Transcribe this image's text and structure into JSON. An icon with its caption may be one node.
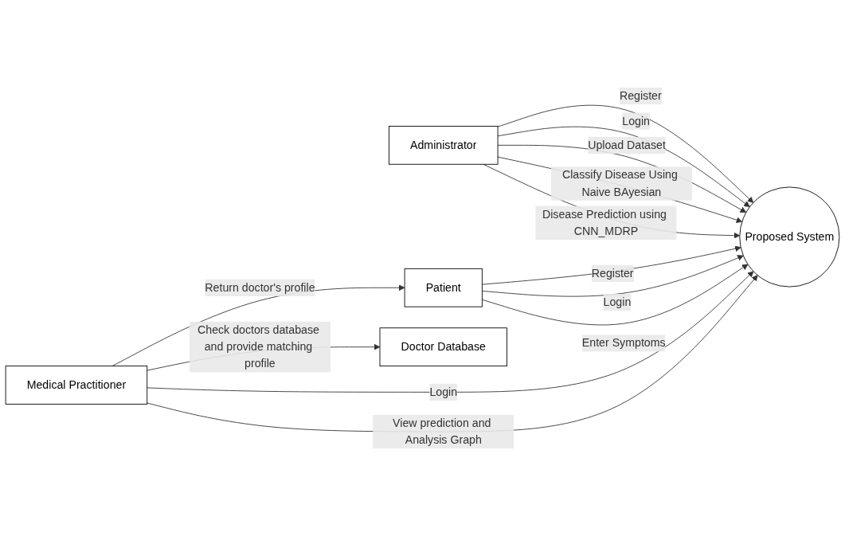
{
  "diagram": {
    "nodes": [
      {
        "text": [
          "Administrator"
        ]
      },
      {
        "text": [
          "Proposed System"
        ]
      },
      {
        "text": [
          "Patient"
        ]
      },
      {
        "text": [
          "Medical Practitioner"
        ]
      },
      {
        "text": [
          "Doctor Database"
        ]
      }
    ],
    "edges": [
      {
        "from": 0,
        "to": 1,
        "arrow": "to",
        "label": "Register"
      },
      {
        "from": 0,
        "to": 1,
        "arrow": "to",
        "label": "Login"
      },
      {
        "from": 0,
        "to": 1,
        "arrow": "to",
        "label": "Upload Dataset"
      },
      {
        "from": 0,
        "to": 1,
        "arrow": "to",
        "label": "Classify Disease Using Naive BAyesian"
      },
      {
        "from": 0,
        "to": 1,
        "arrow": "to",
        "label": "Disease Prediction using CNN_MDRP"
      },
      {
        "from": 2,
        "to": 1,
        "arrow": "to",
        "label": "Register"
      },
      {
        "from": 2,
        "to": 1,
        "arrow": "to",
        "label": "Login"
      },
      {
        "from": 2,
        "to": 1,
        "arrow": "to",
        "label": "Enter Symptoms"
      },
      {
        "from": 3,
        "to": 1,
        "arrow": "to",
        "label": "Login"
      },
      {
        "from": 3,
        "to": 1,
        "arrow": "to",
        "label": "View prediction and Analysis Graph"
      },
      {
        "from": 3,
        "to": 4,
        "arrow": "to",
        "label": "Check doctors database and provide matching profile"
      },
      {
        "from": 3,
        "to": 2,
        "arrow": "to",
        "label": "Return doctor's profile"
      }
    ]
  }
}
